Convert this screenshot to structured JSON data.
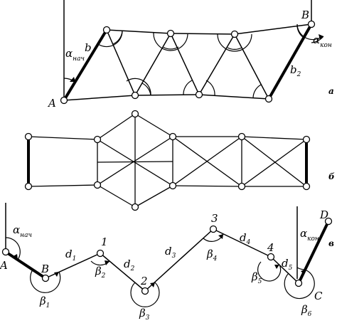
{
  "panels": {
    "a": "а",
    "b": "б",
    "c": "в"
  },
  "panel_a": {
    "point_A": "A",
    "point_B": "B",
    "side_b": "b",
    "side_b2": {
      "main": "b",
      "sub": "2"
    },
    "alpha_start": {
      "main": "α",
      "sub": "нач"
    },
    "alpha_end": {
      "main": "α",
      "sub": "кон"
    }
  },
  "panel_c": {
    "point_A": "A",
    "point_B": "B",
    "point_C": "C",
    "point_D": "D",
    "alpha_start": {
      "main": "α",
      "sub": "нач"
    },
    "alpha_end": {
      "main": "α",
      "sub": "кон"
    },
    "vertices": [
      "1",
      "2",
      "3",
      "4"
    ],
    "sides": [
      {
        "main": "d",
        "sub": "1"
      },
      {
        "main": "d",
        "sub": "2"
      },
      {
        "main": "d",
        "sub": "3"
      },
      {
        "main": "d",
        "sub": "4"
      },
      {
        "main": "d",
        "sub": "5"
      }
    ],
    "angles": [
      {
        "main": "β",
        "sub": "1"
      },
      {
        "main": "β",
        "sub": "2"
      },
      {
        "main": "β",
        "sub": "3"
      },
      {
        "main": "β",
        "sub": "4"
      },
      {
        "main": "β",
        "sub": "5"
      },
      {
        "main": "β",
        "sub": "6"
      }
    ]
  }
}
